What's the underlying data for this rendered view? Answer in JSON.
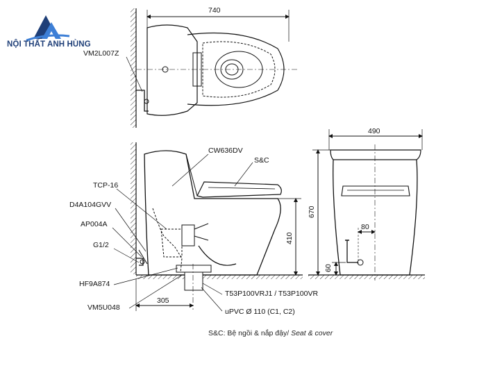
{
  "brand": {
    "name": "NỘI THẤT ANH HÙNG",
    "primary_color": "#1f3f78",
    "accent_color": "#3d7fd6",
    "icon": "anh-hung-triangle-logo"
  },
  "dimensions": {
    "top_width": "740",
    "front_width": "490",
    "front_height": "670",
    "side_height": "410",
    "drain_offset": "305",
    "outlet_offset": "80",
    "inlet_height": "60"
  },
  "parts": {
    "valve": "VM2L007Z",
    "seat_model": "CW636DV",
    "seat_cover": "S&C",
    "tcp": "TCP-16",
    "d4a": "D4A104GVV",
    "ap": "AP004A",
    "g12": "G1/2",
    "hf": "HF9A874",
    "vm5": "VM5U048",
    "flange": "T53P100VRJ1 / T53P100VR",
    "pipe": "uPVC Ø 110 (C1, C2)"
  },
  "note": {
    "text": "S&C: Bệ ngồi & nắp đậy/",
    "italic": "Seat & cover"
  }
}
